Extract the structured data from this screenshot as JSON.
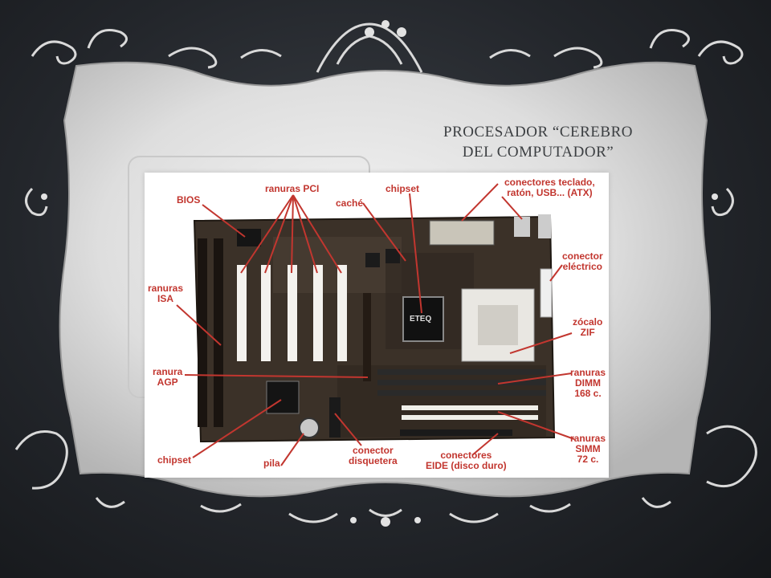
{
  "slide": {
    "title_line1": "PROCESADOR “CEREBRO",
    "title_line2": "DEL COMPUTADOR”"
  },
  "figure": {
    "labels": {
      "bios": "BIOS",
      "ranuras_pci": "ranuras PCI",
      "cache": "caché",
      "chipset_top": "chipset",
      "conectores_teclado_1": "conectores teclado,",
      "conectores_teclado_2": "ratón, USB... (ATX)",
      "conector_electrico_1": "conector",
      "conector_electrico_2": "eléctrico",
      "ranuras_isa_1": "ranuras",
      "ranuras_isa_2": "ISA",
      "zocalo_1": "zócalo",
      "zocalo_2": "ZIF",
      "ranura_agp_1": "ranura",
      "ranura_agp_2": "AGP",
      "dimm_1": "ranuras",
      "dimm_2": "DIMM",
      "dimm_3": "168 c.",
      "simm_1": "ranuras",
      "simm_2": "SIMM",
      "simm_3": "72 c.",
      "chipset_bottom": "chipset",
      "pila": "pila",
      "disquetera_1": "conector",
      "disquetera_2": "disquetera",
      "eide_1": "conectores",
      "eide_2": "EIDE (disco duro)"
    },
    "chip_text": "ETEQ",
    "colors": {
      "label": "#c2362f",
      "board": "#3b3128",
      "slot": "#f4f2ee",
      "accent": "#c2362f"
    }
  }
}
